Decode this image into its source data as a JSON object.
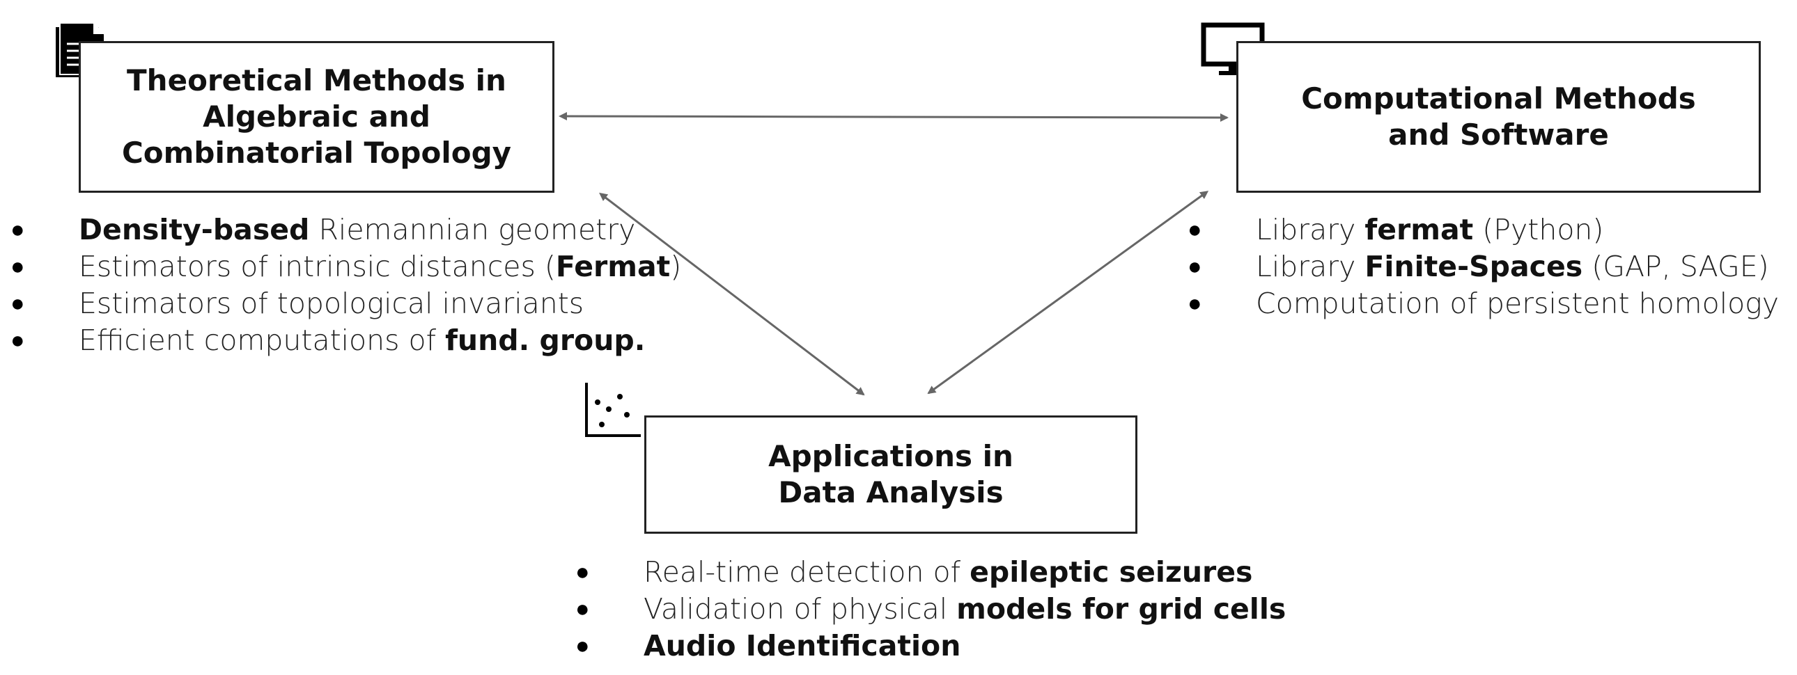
{
  "boxes": {
    "theory": {
      "title": "Theoretical Methods in\nAlgebraic and\nCombinatorial Topology",
      "icon": "document-icon"
    },
    "comp": {
      "title": "Computational Methods\nand Software",
      "icon": "monitor-icon"
    },
    "apps": {
      "title": "Applications in\nData Analysis",
      "icon": "scatter-plot-icon"
    }
  },
  "lists": {
    "theory": [
      {
        "bold": "Density-based",
        "rest": " Riemannian geometry"
      },
      {
        "pre": "Estimators of intrinsic distances (",
        "bold": "Fermat",
        "post": ")"
      },
      {
        "pre": "Estimators of topological invariants"
      },
      {
        "pre": "Efficient computations of ",
        "bold": "fund. group."
      }
    ],
    "comp": [
      {
        "pre": "Library ",
        "bold": "fermat",
        "post": " (Python)"
      },
      {
        "pre": "Library ",
        "bold": "Finite-Spaces",
        "post": " (GAP, SAGE)"
      },
      {
        "pre": "Computation of persistent homology"
      }
    ],
    "apps": [
      {
        "pre": "Real-time detection of ",
        "bold": "epileptic seizures"
      },
      {
        "pre": "Validation of physical ",
        "bold": "models for grid cells"
      },
      {
        "bold": "Audio Identification"
      }
    ]
  },
  "bullet_char": "●",
  "colors": {
    "arrow": "#666666",
    "border": "#222222",
    "icon": "#000000"
  }
}
